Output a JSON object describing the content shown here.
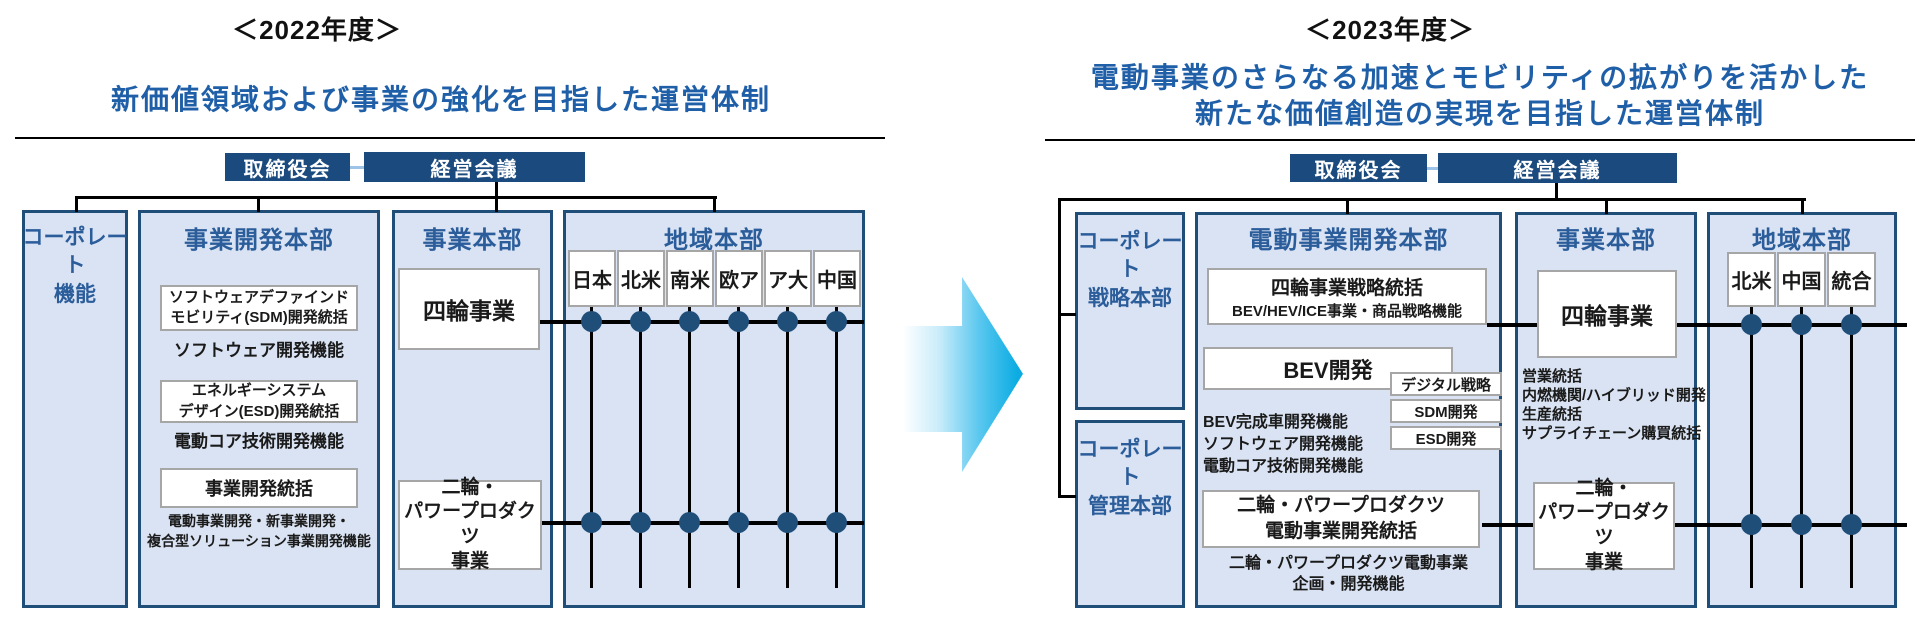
{
  "colors": {
    "navy_header_box": "#1b4a7e",
    "column_border": "#1f4e79",
    "column_fill": "#dae3f3",
    "heading_blue": "#2b5d9b",
    "subtitle_blue": "#1f5fa8",
    "connector_light_blue": "#9dc3e6",
    "matrix_dot": "#1f4e79",
    "arrow_cyan": "#0cace3",
    "line_black": "#000000"
  },
  "left_chart": {
    "year": "＜2022年度＞",
    "subtitle": "新価値領域および事業の強化を目指した運営体制",
    "board_label": "取締役会",
    "exec_label": "経営会議",
    "corporate_label": "コーポレート\n機能",
    "dev_hq": {
      "title": "事業開発本部",
      "sdm_box": "ソフトウェアデファインド\nモビリティ(SDM)開発統括",
      "sdm_note": "ソフトウェア開発機能",
      "esd_box": "エネルギーシステム\nデザイン(ESD)開発統括",
      "esd_note": "電動コア技術開発機能",
      "bizdev_box": "事業開発統括",
      "bizdev_note": "電動事業開発・新事業開発・\n複合型ソリューション事業開発機能"
    },
    "business_hq": {
      "title": "事業本部",
      "auto_box": "四輪事業",
      "moto_box": "二輪・\nパワープロダクツ\n事業"
    },
    "regional_hq": {
      "title": "地域本部",
      "regions": [
        "日本",
        "北米",
        "南米",
        "欧ア",
        "ア大",
        "中国"
      ]
    }
  },
  "right_chart": {
    "year": "＜2023年度＞",
    "subtitle_line1": "電動事業のさらなる加速とモビリティの拡がりを活かした",
    "subtitle_line2": "新たな価値創造の実現を目指した運営体制",
    "board_label": "取締役会",
    "exec_label": "経営会議",
    "corp_strategy_label": "コーポレート\n戦略本部",
    "corp_admin_label": "コーポレート\n管理本部",
    "ev_dev_hq": {
      "title": "電動事業開発本部",
      "auto_strategy_title": "四輪事業戦略統括",
      "auto_strategy_sub": "BEV/HEV/ICE事業・商品戦略機能",
      "bev_box": "BEV開発",
      "side_boxes": [
        "デジタル戦略",
        "SDM開発",
        "ESD開発"
      ],
      "bev_notes": "BEV完成車開発機能\nソフトウェア開発機能\n電動コア技術開発機能",
      "moto_ev_box": "二輪・パワープロダクツ\n電動事業開発統括",
      "moto_ev_note": "二輪・パワープロダクツ電動事業\n企画・開発機能"
    },
    "business_hq": {
      "title": "事業本部",
      "auto_box": "四輪事業",
      "auto_notes": "営業統括\n内燃機関/ハイブリッド開発\n生産統括\nサプライチェーン購買統括",
      "moto_box": "二輪・\nパワープロダクツ\n事業"
    },
    "regional_hq": {
      "title": "地域本部",
      "regions": [
        "北米",
        "中国",
        "統合"
      ]
    }
  }
}
